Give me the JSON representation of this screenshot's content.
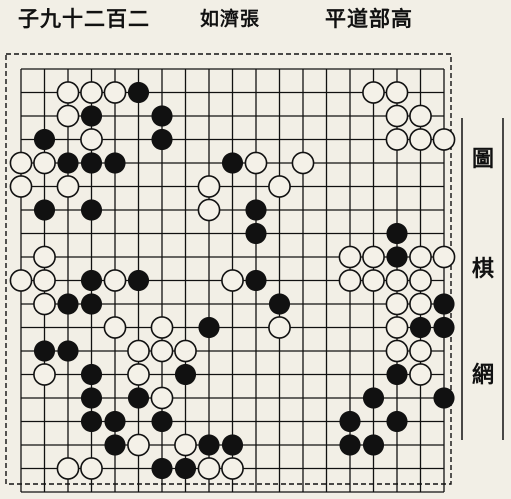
{
  "header": {
    "title_left": "子九十二百二",
    "title_mid": "如濟張",
    "title_right": "平道部高"
  },
  "side_title": [
    "圖",
    "棋",
    "網"
  ],
  "colors": {
    "paper": "#f2efe6",
    "ink": "#111111",
    "white_stone": "#f4f1e8"
  },
  "board": {
    "cols": 19,
    "rows": 19,
    "black": [
      [
        5,
        1
      ],
      [
        3,
        2
      ],
      [
        1,
        3
      ],
      [
        2,
        4
      ],
      [
        3,
        4
      ],
      [
        4,
        4
      ],
      [
        1,
        6
      ],
      [
        3,
        6
      ],
      [
        3,
        9
      ],
      [
        5,
        9
      ],
      [
        8,
        11
      ],
      [
        7,
        13
      ],
      [
        3,
        15
      ],
      [
        4,
        15
      ],
      [
        4,
        16
      ],
      [
        6,
        2
      ],
      [
        6,
        3
      ],
      [
        9,
        4
      ],
      [
        10,
        6
      ],
      [
        10,
        7
      ],
      [
        10,
        9
      ],
      [
        11,
        10
      ],
      [
        2,
        10
      ],
      [
        3,
        10
      ],
      [
        1,
        12
      ],
      [
        2,
        12
      ],
      [
        3,
        13
      ],
      [
        3,
        14
      ],
      [
        5,
        14
      ],
      [
        6,
        15
      ],
      [
        8,
        16
      ],
      [
        9,
        16
      ],
      [
        14,
        16
      ],
      [
        15,
        16
      ],
      [
        6,
        17
      ],
      [
        7,
        17
      ],
      [
        16,
        7
      ],
      [
        16,
        8
      ],
      [
        18,
        10
      ],
      [
        17,
        11
      ],
      [
        18,
        11
      ],
      [
        16,
        13
      ],
      [
        18,
        14
      ],
      [
        16,
        15
      ],
      [
        15,
        14
      ],
      [
        14,
        15
      ]
    ],
    "white": [
      [
        2,
        1
      ],
      [
        3,
        1
      ],
      [
        4,
        1
      ],
      [
        2,
        2
      ],
      [
        0,
        4
      ],
      [
        1,
        4
      ],
      [
        0,
        5
      ],
      [
        2,
        5
      ],
      [
        3,
        3
      ],
      [
        0,
        9
      ],
      [
        1,
        9
      ],
      [
        4,
        9
      ],
      [
        1,
        10
      ],
      [
        4,
        11
      ],
      [
        6,
        11
      ],
      [
        1,
        8
      ],
      [
        5,
        12
      ],
      [
        6,
        12
      ],
      [
        7,
        12
      ],
      [
        1,
        13
      ],
      [
        5,
        13
      ],
      [
        6,
        14
      ],
      [
        5,
        16
      ],
      [
        7,
        16
      ],
      [
        2,
        17
      ],
      [
        3,
        17
      ],
      [
        8,
        17
      ],
      [
        9,
        17
      ],
      [
        14,
        8
      ],
      [
        15,
        8
      ],
      [
        17,
        8
      ],
      [
        18,
        8
      ],
      [
        14,
        9
      ],
      [
        15,
        9
      ],
      [
        16,
        9
      ],
      [
        17,
        9
      ],
      [
        16,
        10
      ],
      [
        17,
        10
      ],
      [
        16,
        11
      ],
      [
        16,
        12
      ],
      [
        17,
        12
      ],
      [
        17,
        13
      ],
      [
        15,
        1
      ],
      [
        16,
        1
      ],
      [
        16,
        2
      ],
      [
        17,
        2
      ],
      [
        16,
        3
      ],
      [
        17,
        3
      ],
      [
        18,
        3
      ],
      [
        9,
        9
      ],
      [
        11,
        11
      ],
      [
        12,
        4
      ],
      [
        10,
        4
      ],
      [
        8,
        5
      ],
      [
        8,
        6
      ],
      [
        11,
        5
      ]
    ]
  }
}
